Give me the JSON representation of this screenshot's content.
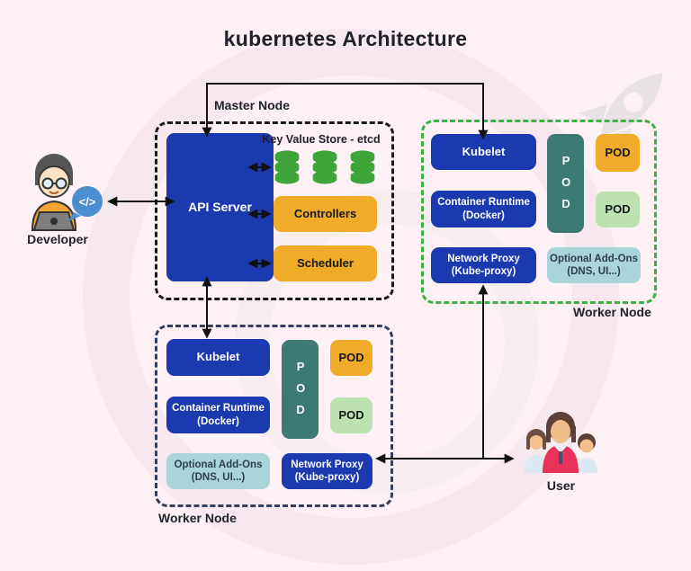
{
  "title": "kubernetes Architecture",
  "master": {
    "label": "Master Node",
    "api_server_label": "API Server",
    "etcd_label": "Key Value Store - etcd",
    "controllers_label": "Controllers",
    "scheduler_label": "Scheduler"
  },
  "worker_top": {
    "label": "Worker Node",
    "kubelet_label": "Kubelet",
    "pod_column_label": "POD",
    "pod1_label": "POD",
    "pod2_label": "POD",
    "runtime_line1": "Container Runtime",
    "runtime_line2": "(Docker)",
    "proxy_line1": "Network Proxy",
    "proxy_line2": "(Kube-proxy)",
    "addons_line1": "Optional Add-Ons",
    "addons_line2": "(DNS, UI...)"
  },
  "worker_bottom": {
    "label": "Worker Node",
    "kubelet_label": "Kubelet",
    "pod_column_label": "POD",
    "pod1_label": "POD",
    "pod2_label": "POD",
    "runtime_line1": "Container Runtime",
    "runtime_line2": "(Docker)",
    "proxy_line1": "Network Proxy",
    "proxy_line2": "(Kube-proxy)",
    "addons_line1": "Optional Add-Ons",
    "addons_line2": "(DNS, UI...)"
  },
  "actors": {
    "developer_label": "Developer",
    "user_label": "User",
    "code_glyph": "</>"
  },
  "colors": {
    "background": "#fdf1f5",
    "primary_blue": "#1c3ab0",
    "accent_yellow": "#f0ab28",
    "teal": "#3d7a73",
    "pod_green": "#bce2b0",
    "addons_blue": "#a9d4d8",
    "db_green": "#3ea53a",
    "worker_green_border": "#3cb043",
    "worker_navy_border": "#333f5c",
    "master_border": "#1a1a1a"
  }
}
